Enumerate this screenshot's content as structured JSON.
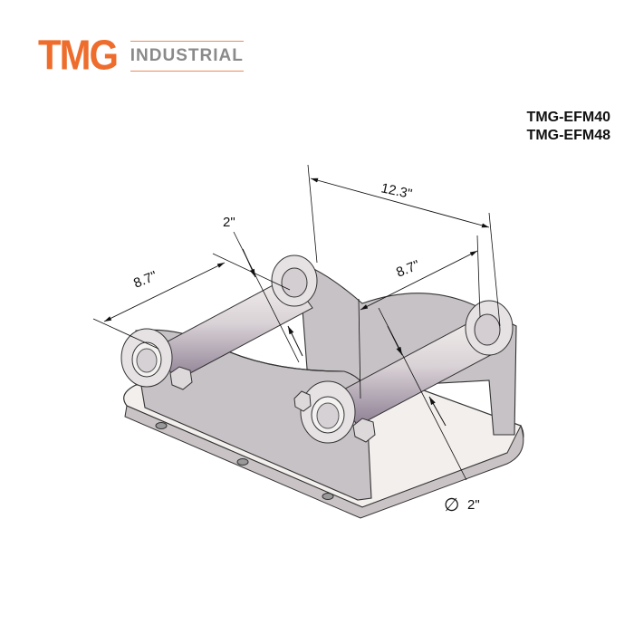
{
  "brand": {
    "logo_main": "TMG",
    "logo_sub": "INDUSTRIAL",
    "accent_color": "#ee6d2d",
    "sub_color": "#8a8a8a"
  },
  "models": [
    "TMG-EFM40",
    "TMG-EFM48"
  ],
  "drawing": {
    "subject": "excavator quick-coupler mounting bracket (isometric line drawing)",
    "dimensions": {
      "overall_length": "12.3\"",
      "pin_length_left": "8.7\"",
      "pin_length_right": "8.7\"",
      "pin_diameter_top": "2\"",
      "pin_diameter_bottom_symbol": "∅",
      "pin_diameter_bottom": "2\""
    }
  }
}
